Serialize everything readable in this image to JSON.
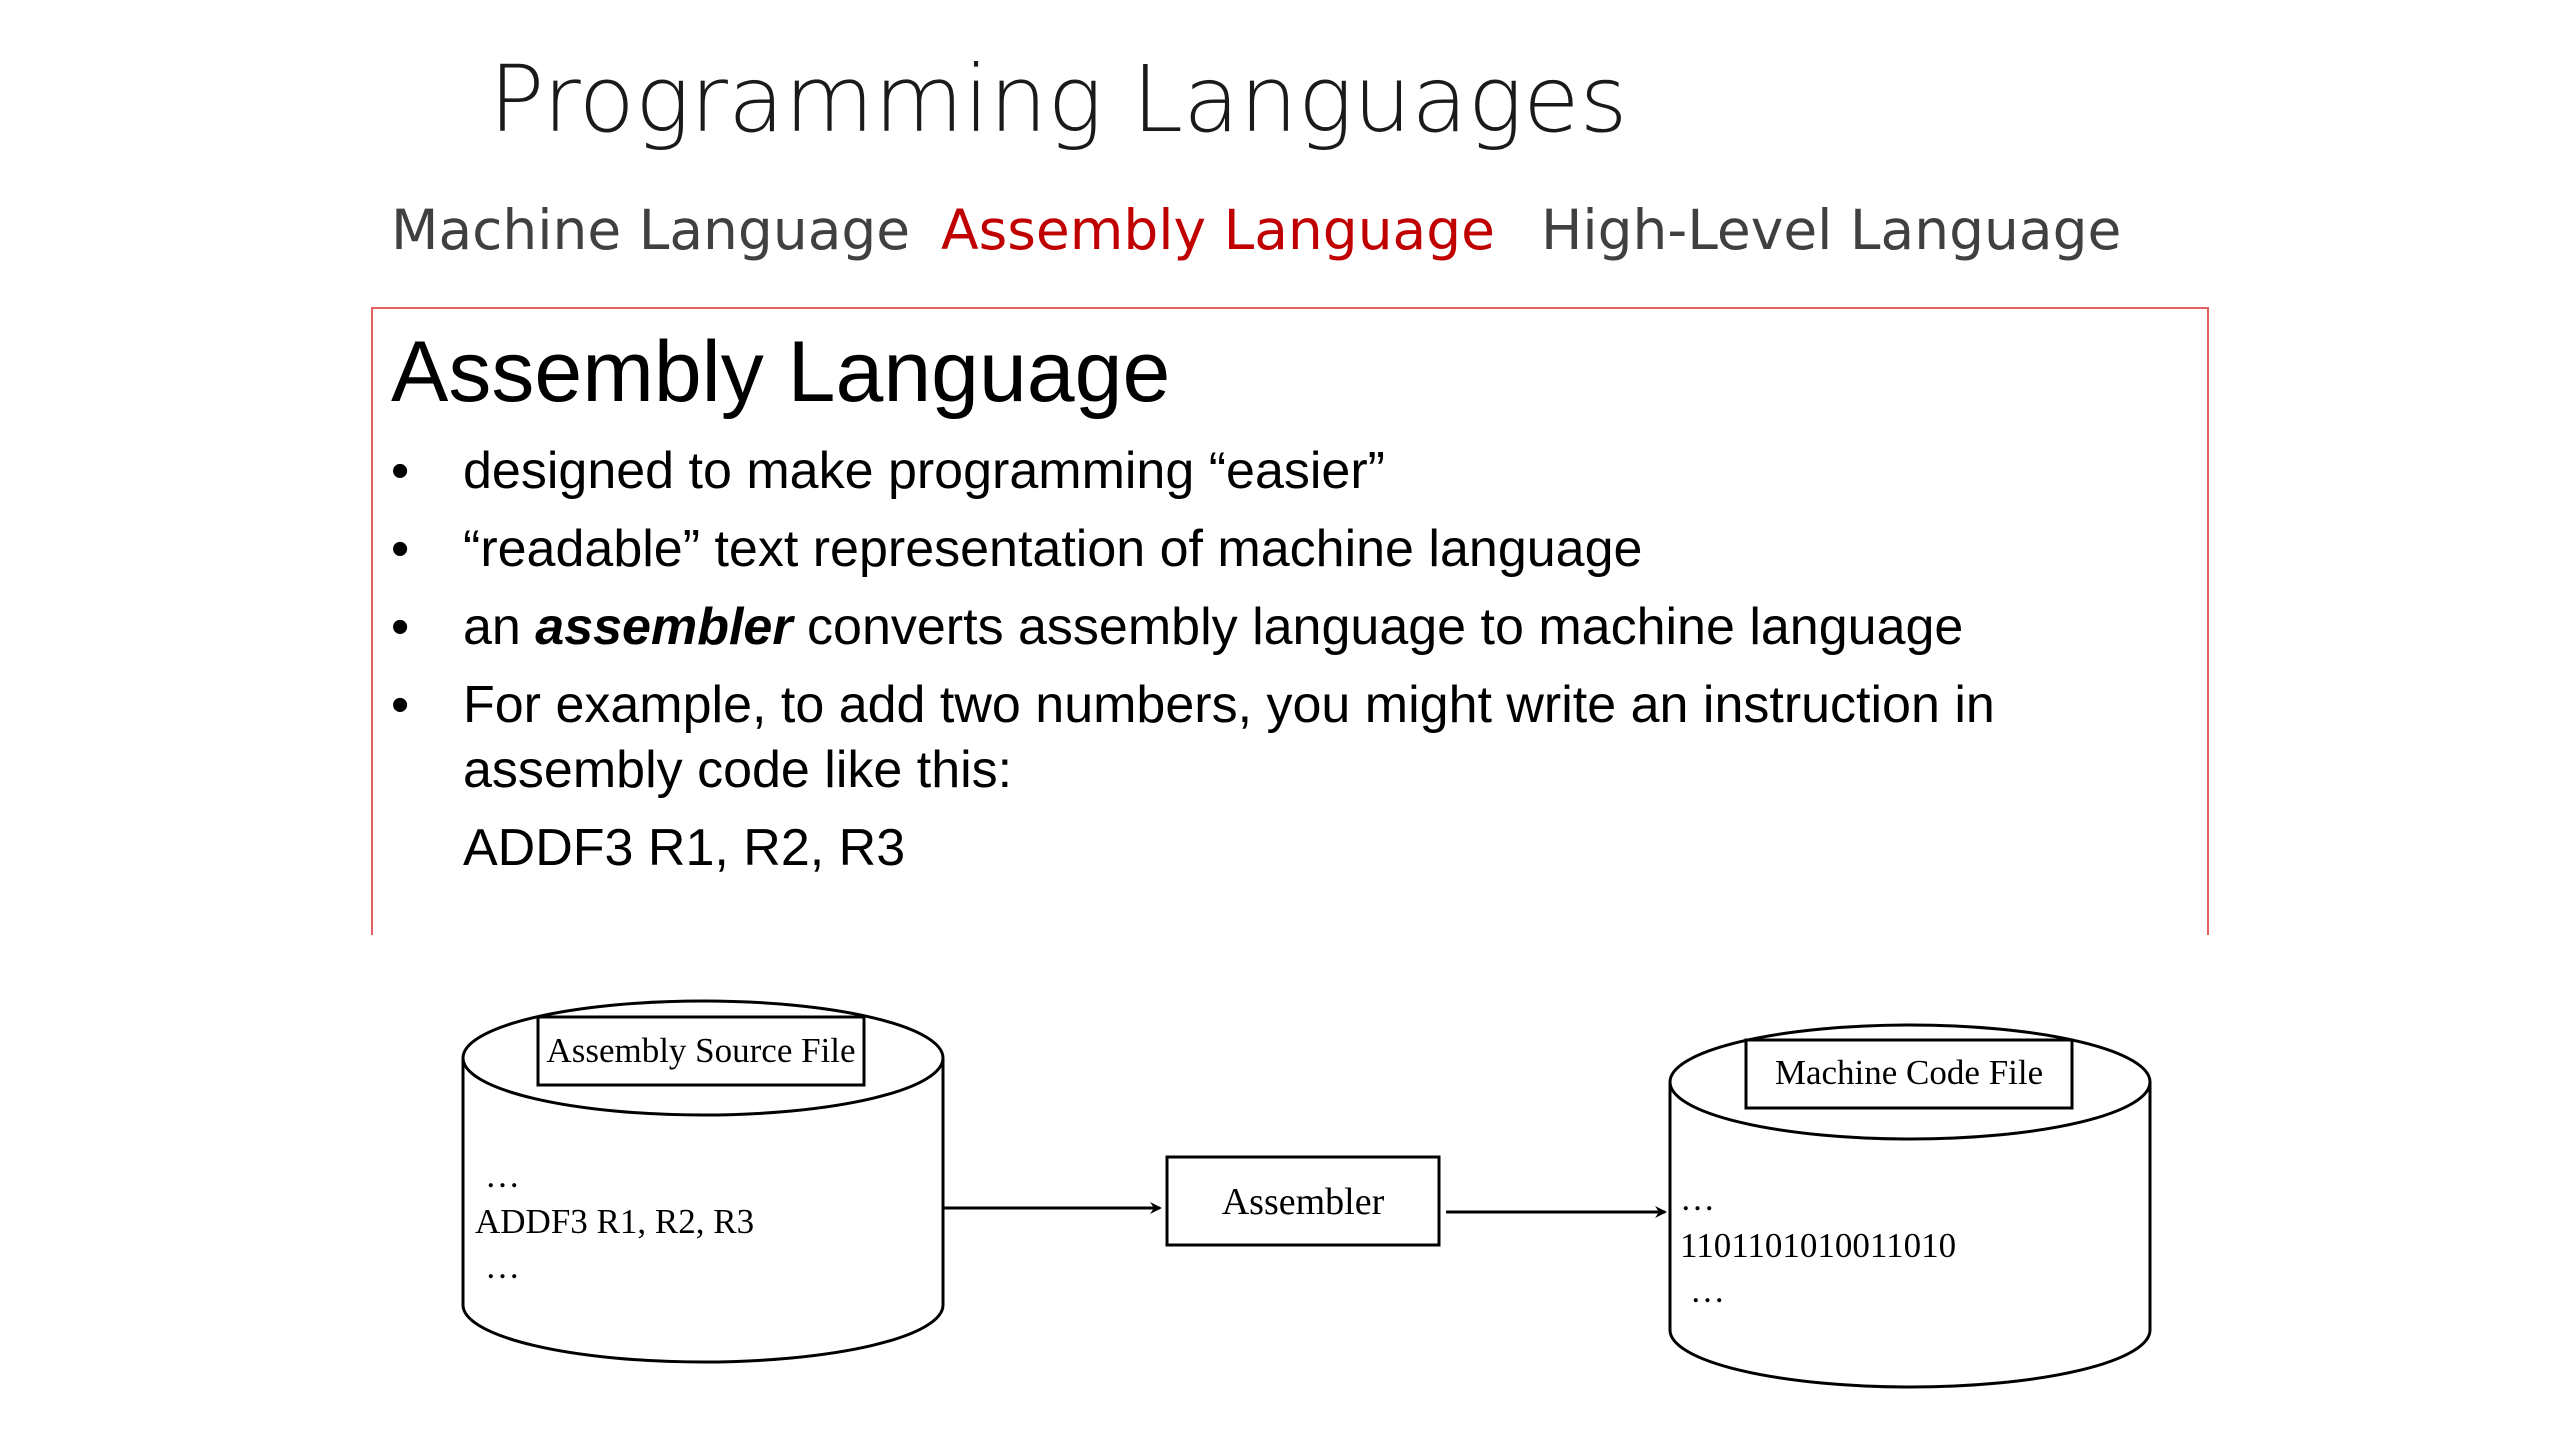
{
  "title": "Programming Languages",
  "tabs": [
    {
      "label": "Machine Language",
      "active": false
    },
    {
      "label": "Assembly Language",
      "active": true
    },
    {
      "label": "High-Level Language",
      "active": false
    }
  ],
  "colors": {
    "active_tab": "#c00000",
    "inactive_tab": "#404040",
    "box_border": "#e06060"
  },
  "section": {
    "heading": "Assembly Language",
    "bullets": [
      {
        "text": "designed to make programming “easier”"
      },
      {
        "text": "“readable” text representation of machine language"
      },
      {
        "prefix": "an ",
        "emphasis": "assembler",
        "suffix": " converts assembly language to machine language"
      },
      {
        "line1": "For example, to add two numbers, you might write an instruction in",
        "line2": "assembly code like this:",
        "code": "ADDF3 R1, R2, R3"
      }
    ]
  },
  "diagram": {
    "source_file": {
      "label": "Assembly Source File",
      "lines": [
        "…",
        "ADDF3 R1, R2, R3",
        "…"
      ]
    },
    "assembler": {
      "label": "Assembler"
    },
    "machine_file": {
      "label": "Machine Code File",
      "lines": [
        "…",
        "1101101010011010",
        "…"
      ]
    }
  }
}
